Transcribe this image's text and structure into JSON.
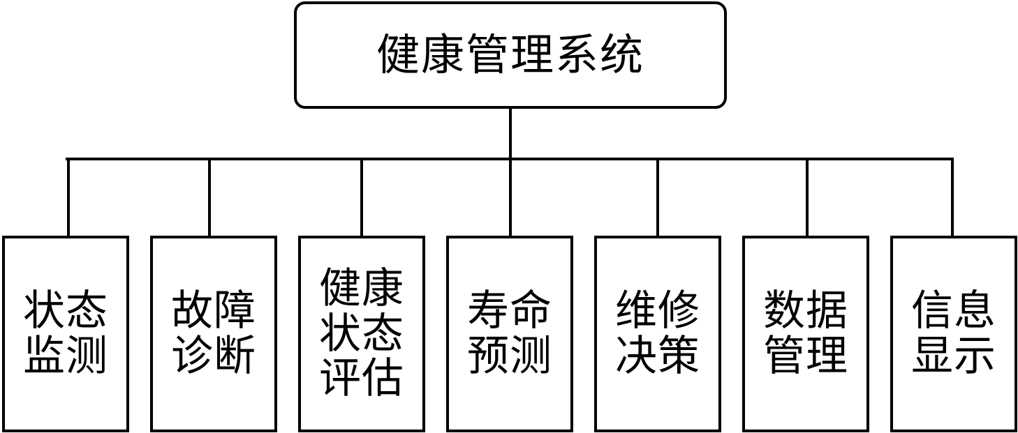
{
  "root": {
    "label": "健康管理系统"
  },
  "children": [
    {
      "label": "状态监测"
    },
    {
      "label": "故障诊断"
    },
    {
      "label": "健康状态评估"
    },
    {
      "label": "寿命预测"
    },
    {
      "label": "维修决策"
    },
    {
      "label": "数据管理"
    },
    {
      "label": "信息显示"
    }
  ]
}
